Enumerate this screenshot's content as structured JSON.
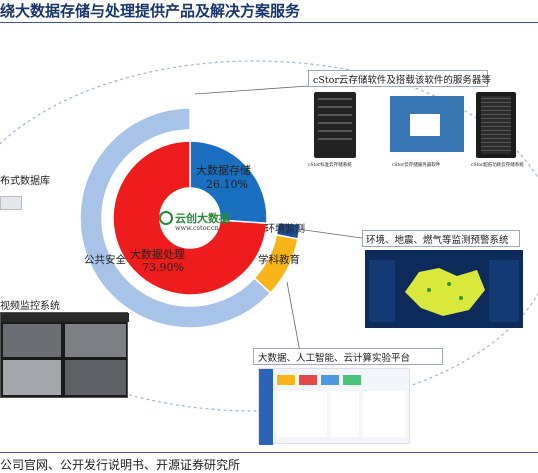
{
  "title": "绕大数据存储与处理提供产品及解决方案服务",
  "source": "公司官网、公开发行说明书、开源证券研究所",
  "logo": {
    "cn": "云创大数据",
    "url": "www.cstor.cn"
  },
  "chart_data": {
    "type": "pie",
    "inner": {
      "segments": [
        {
          "label": "大数据存储",
          "value": "26.10%",
          "color": "#1a6fc1"
        },
        {
          "label": "大数据处理",
          "value": "73.90%",
          "color": "#ee1c1c"
        }
      ]
    },
    "outer": {
      "segments": [
        {
          "label": "公共安全",
          "color": "#a7c4e8"
        },
        {
          "label": "学科教育",
          "color": "#f7b51a"
        },
        {
          "label": "环境监测",
          "color": "#1f4e95"
        }
      ]
    }
  },
  "callouts": {
    "server": "cStor云存储软件及搭载该软件的服务器等",
    "env": "环境、地震、燃气等监测预警系统",
    "bigdata": "大数据、人工智能、云计算实验平台",
    "distributed": "布式数据库",
    "video": "视频监控系统"
  },
  "server_captions": [
    "cStor标准云存储系统",
    "cStor云存储服务器软件",
    "cStor超低功耗云存储系统"
  ]
}
